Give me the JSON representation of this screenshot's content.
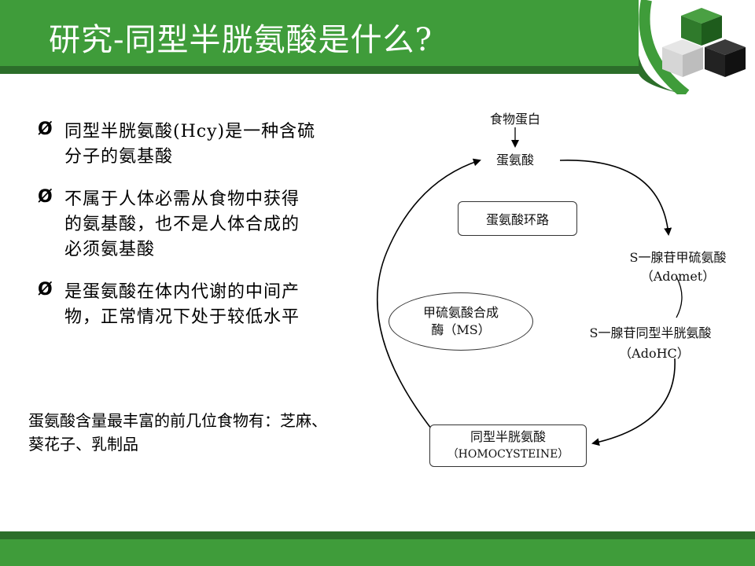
{
  "title": "研究-同型半胱氨酸是什么?",
  "bullets": [
    {
      "marker": "Ø",
      "text": "同型半胱氨酸(Hcy)是一种含硫\n分子的氨基酸"
    },
    {
      "marker": "Ø",
      "text": "不属于人体必需从食物中获得\n的氨基酸，也不是人体合成的\n必须氨基酸"
    },
    {
      "marker": "Ø",
      "text": "是蛋氨酸在体内代谢的中间产\n物，正常情况下处于较低水平"
    }
  ],
  "note": "蛋氨酸含量最丰富的前几位食物有：芝麻、\n葵花子、乳制品",
  "diagram": {
    "food_protein": "食物蛋白",
    "methionine": "蛋氨酸",
    "cycle_label": "蛋氨酸环路",
    "adomet_name": "S一腺苷甲硫氨酸",
    "adomet_abbr": "（Adomet）",
    "adohc_name": "S一腺苷同型半胱氨酸",
    "adohc_abbr": "（AdoHC）",
    "enzyme_line1": "甲硫氨酸合成",
    "enzyme_line2": "酶（MS）",
    "hcy_name": "同型半胱氨酸",
    "hcy_abbr": "（HOMOCYSTEINE）"
  },
  "colors": {
    "header_green": "#3f9c3a",
    "dark_green": "#2c6e2a"
  },
  "icons": [
    "cube-logo-icon"
  ]
}
